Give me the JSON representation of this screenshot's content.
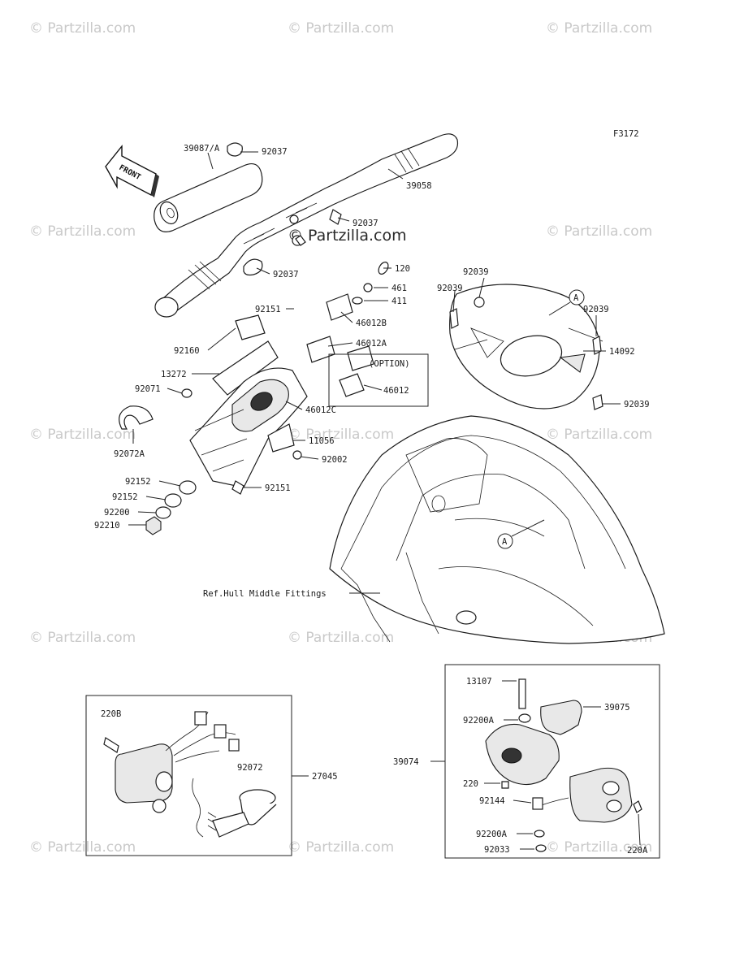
{
  "figure_code": "F3172",
  "watermark_text": "© Partzilla.com",
  "center_watermark_text": "© Partzilla.com",
  "front_arrow_label": "FRONT",
  "option_label": "(OPTION)",
  "reference_note": "Ref.Hull Middle Fittings",
  "callout_circle_letter": "A",
  "part_labels": {
    "p39087A": "39087/A",
    "p92037a": "92037",
    "p39058": "39058",
    "p92037b": "92037",
    "p92037c": "92037",
    "p120": "120",
    "p461": "461",
    "p411": "411",
    "p46012B": "46012B",
    "p46012A": "46012A",
    "p46012": "46012",
    "p46012C": "46012C",
    "p92151a": "92151",
    "p92160": "92160",
    "p13272": "13272",
    "p92071": "92071",
    "p92072A": "92072A",
    "p11056": "11056",
    "p92002": "92002",
    "p92152a": "92152",
    "p92152b": "92152",
    "p92200": "92200",
    "p92210": "92210",
    "p92151b": "92151",
    "p92039a": "92039",
    "p92039b": "92039",
    "p92039c": "92039",
    "p92039d": "92039",
    "p14092": "14092",
    "p220B": "220B",
    "p92072": "92072",
    "p27045": "27045",
    "p13107": "13107",
    "p92200Aa": "92200A",
    "p39075": "39075",
    "p39074": "39074",
    "p220": "220",
    "p92144": "92144",
    "p92200Ab": "92200A",
    "p92033": "92033",
    "p220A": "220A"
  },
  "colors": {
    "line": "#222222",
    "watermark": "#c9c9c9",
    "background": "#ffffff"
  }
}
